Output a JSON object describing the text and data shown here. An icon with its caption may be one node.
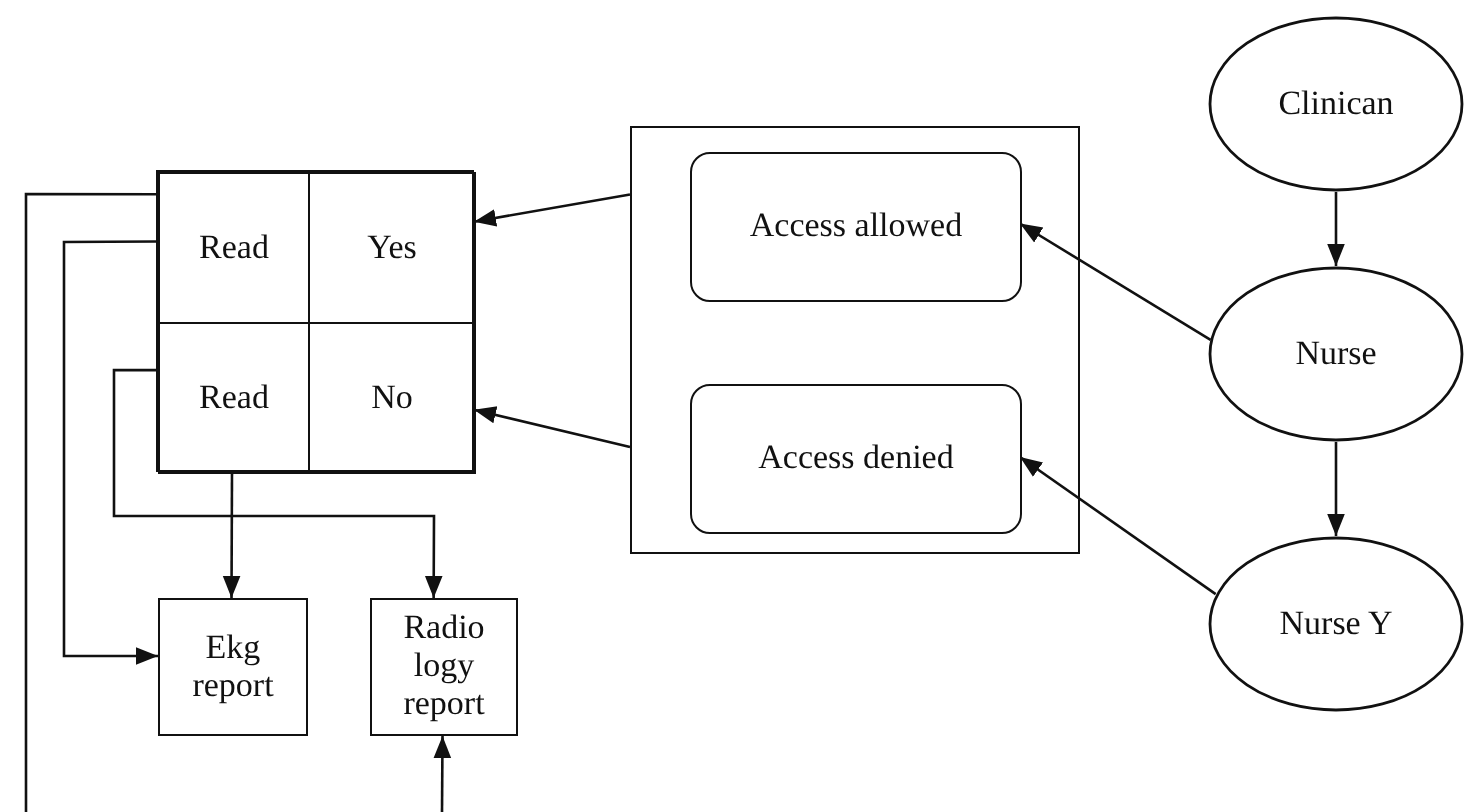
{
  "diagram": {
    "nodes": [
      {
        "text": [
          "Clinican"
        ]
      },
      {
        "text": [
          "Nurse"
        ]
      },
      {
        "text": [
          "Nurse Y"
        ]
      },
      {
        "text": [],
        "shape": "box"
      },
      {
        "text": [
          "Access allowed"
        ],
        "in": 3
      },
      {
        "text": [
          "Access denied"
        ],
        "in": 3
      },
      {
        "text": [],
        "shape": "box"
      },
      {
        "text": [
          "Read"
        ],
        "in": 6
      },
      {
        "text": [
          "Yes"
        ],
        "in": 6
      },
      {
        "text": [
          "Read"
        ],
        "in": 6
      },
      {
        "text": [
          "No"
        ],
        "in": 6
      },
      {
        "text": [
          "Ekg report"
        ]
      },
      {
        "text": [
          "Radio logy report"
        ]
      }
    ],
    "edges": [
      {
        "from": 0,
        "to": 1,
        "arrow": "to"
      },
      {
        "from": 1,
        "to": 2,
        "arrow": "to"
      },
      {
        "from": 1,
        "to": 4,
        "arrow": "to"
      },
      {
        "from": 2,
        "to": 5,
        "arrow": "to"
      },
      {
        "from": 3,
        "to": 8,
        "arrow": "to"
      },
      {
        "from": 3,
        "to": 10,
        "arrow": "to"
      },
      {
        "from": 7,
        "to": null,
        "arrow": "none"
      },
      {
        "from": 7,
        "to": 11,
        "arrow": "to"
      },
      {
        "from": 9,
        "to": 12,
        "arrow": "to"
      },
      {
        "from": 9,
        "to": 11,
        "arrow": "to"
      },
      {
        "from": null,
        "to": 12,
        "arrow": "to"
      }
    ]
  }
}
